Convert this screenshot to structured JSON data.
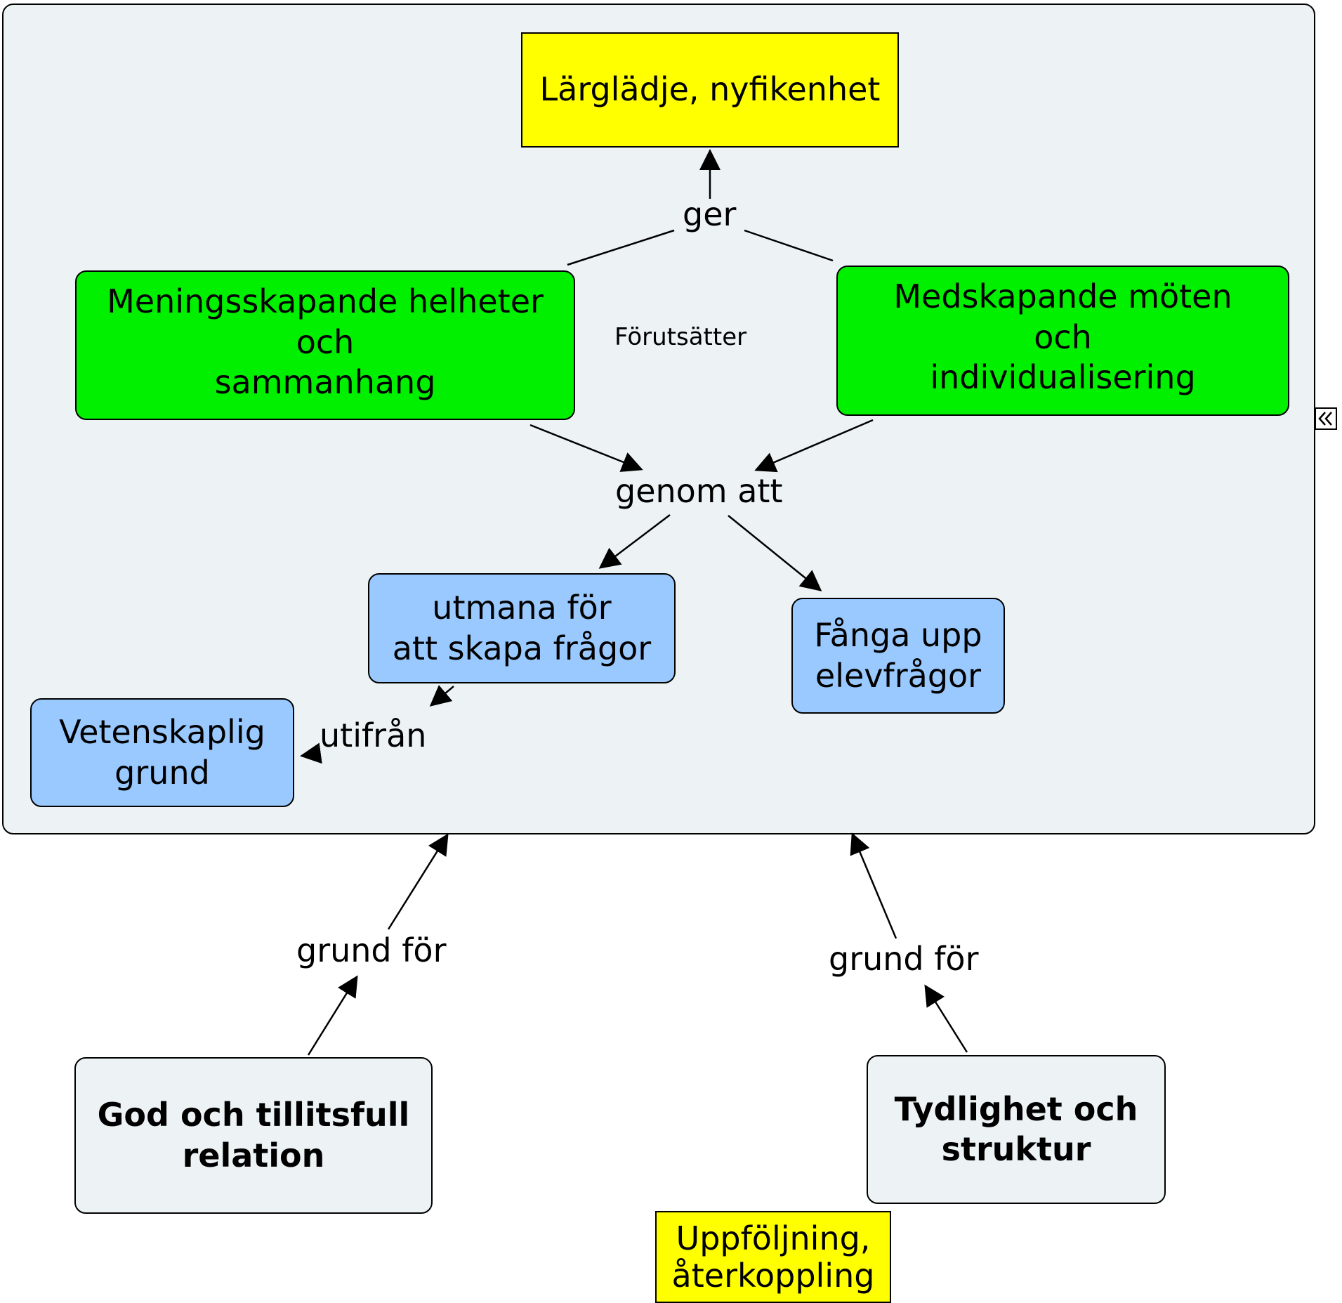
{
  "nodes": {
    "larglad": "Lärglädje, nyfikenhet",
    "meningsskapande": "Meningsskapande helheter\noch\nsammanhang",
    "medskapande": "Medskapande möten\noch\nindividualisering",
    "utmana": "utmana för\natt skapa frågor",
    "fanga": "Fånga upp\nelevfrågor",
    "vetenskaplig": "Vetenskaplig\ngrund",
    "god_relation": "God och tillitsfull\nrelation",
    "tydlighet": "Tydlighet och\nstruktur",
    "uppfoljning": "Uppföljning,\nåterkoppling"
  },
  "links": {
    "ger": "ger",
    "forutsatter": "Förutsätter",
    "genom_att": "genom att",
    "utifran": "utifrån",
    "grund_for_left": "grund för",
    "grund_for_right": "grund för"
  },
  "colors": {
    "yellow": "#ffff00",
    "green": "#00f000",
    "blue": "#99c9ff",
    "panel": "#edf3f5"
  },
  "icons": {
    "collapse": "double-chevron-left-icon"
  }
}
